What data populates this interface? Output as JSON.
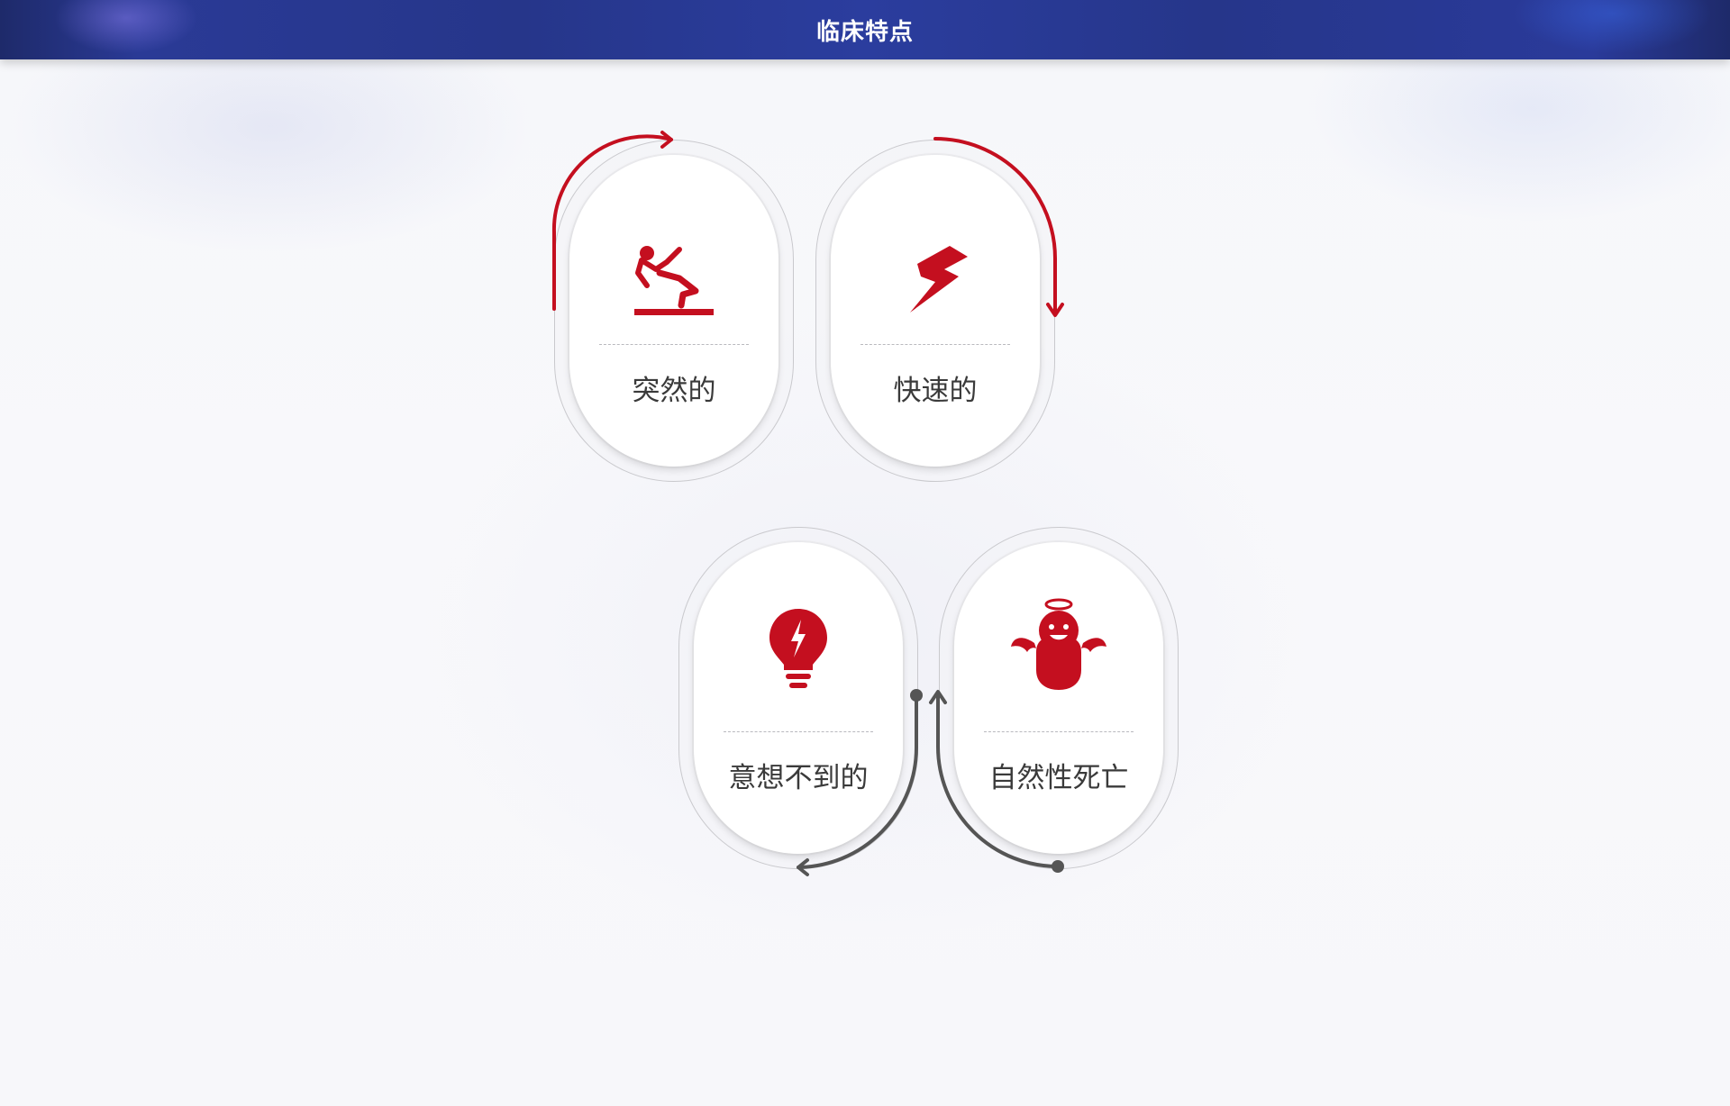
{
  "header": {
    "title": "临床特点"
  },
  "features": [
    {
      "label": "突然的",
      "icon": "falling-person-icon"
    },
    {
      "label": "快速的",
      "icon": "lightning-bolt-icon"
    },
    {
      "label": "意想不到的",
      "icon": "lightbulb-idea-icon"
    },
    {
      "label": "自然性死亡",
      "icon": "angel-icon"
    }
  ],
  "colors": {
    "accent": "#c40f1f",
    "header": "#26368a",
    "connector": "#555555",
    "text": "#3a3a3a"
  }
}
